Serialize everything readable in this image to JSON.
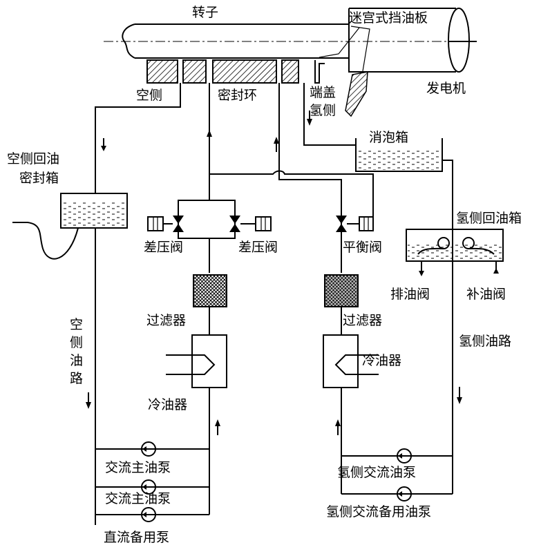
{
  "labels": {
    "rotor": "转子",
    "labyrinth_baffle": "迷宫式挡油板",
    "air_side": "空侧",
    "seal_ring": "密封环",
    "end_cover": "端盖",
    "hydrogen_side": "氢侧",
    "generator": "发电机",
    "defoam_tank": "消泡箱",
    "air_return_box_1": "空侧回油",
    "air_return_box_2": "密封箱",
    "h2_return_tank": "氢侧回油箱",
    "diff_valve_left": "差压阀",
    "diff_valve_right": "差压阀",
    "balance_valve": "平衡阀",
    "drain_valve": "排油阀",
    "makeup_valve": "补油阀",
    "filter_left": "过滤器",
    "filter_right": "过滤器",
    "cooler_left": "冷油器",
    "cooler_right": "冷油器",
    "air_path_1": "空",
    "air_path_2": "侧",
    "air_path_3": "油",
    "air_path_4": "路",
    "h2_path": "氢侧油路",
    "ac_main_pump_1": "交流主油泵",
    "ac_main_pump_2": "交流主油泵",
    "dc_backup_pump": "直流备用泵",
    "h2_ac_pump": "氢侧交流油泵",
    "h2_ac_backup_pump": "氢侧交流备用油泵"
  }
}
